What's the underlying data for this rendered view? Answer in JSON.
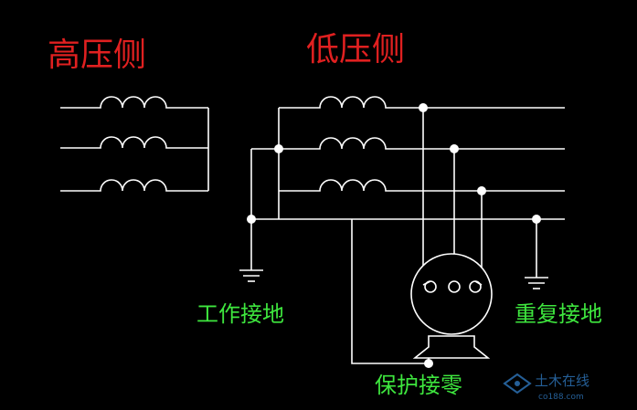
{
  "labels": {
    "high_side": "高压侧",
    "low_side": "低压侧",
    "working_ground": "工作接地",
    "repeat_ground": "重复接地",
    "protective_neutral": "保护接零"
  },
  "watermark": {
    "brand": "土木在线",
    "site": "co188.com"
  },
  "colors": {
    "background": "#000000",
    "wire": "#ffffff",
    "heading": "#e02020",
    "annotation": "#3ee63e",
    "watermark": "#2a6aa8"
  }
}
